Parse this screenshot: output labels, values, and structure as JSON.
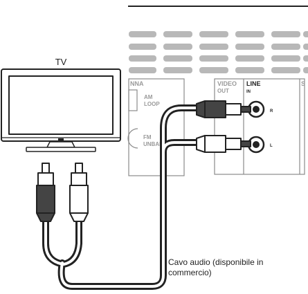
{
  "tv": {
    "label": "TV"
  },
  "panel": {
    "antenna_label": "NNA",
    "am_label": "AM",
    "loop_label": "LOOP",
    "fm_label": "FM",
    "unbal_label": "UNBAL 75",
    "video_label": "VIDEO",
    "out_label": "OUT",
    "line_label": "LINE",
    "in_label": "IN",
    "right_label": "R",
    "left_label": "L",
    "s_label": "S"
  },
  "cable": {
    "caption_line1": "Cavo audio (disponibile in",
    "caption_line2": "commercio)"
  },
  "colors": {
    "stroke": "#222222",
    "panel_stroke": "#8a8a8a",
    "vent": "#b8b8b8",
    "panel_text": "#9a9a9a",
    "plug_dark": "#444444",
    "plug_light": "#ffffff"
  }
}
